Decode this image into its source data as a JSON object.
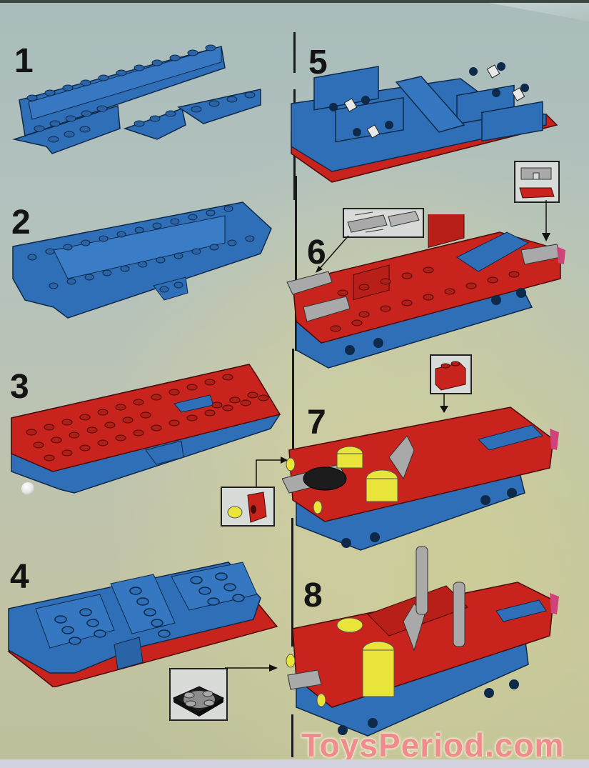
{
  "document": {
    "type": "building-instructions",
    "steps": [
      {
        "number": "1",
        "description": "blue base frame with three plate arms"
      },
      {
        "number": "2",
        "description": "blue long hull with raised edges"
      },
      {
        "number": "3",
        "description": "red plates added on top of blue hull"
      },
      {
        "number": "4",
        "description": "blue technic bricks on red base plate"
      },
      {
        "number": "5",
        "description": "blue technic bricks with axles on red plate"
      },
      {
        "number": "6",
        "description": "assembled hull with grey hinge plates"
      },
      {
        "number": "7",
        "description": "yellow round bricks, grey seat and black turntable added"
      },
      {
        "number": "8",
        "description": "grey exhaust stacks and black turntable plate added"
      }
    ],
    "callouts": {
      "step6_hinge": "grey hinge plate slide-on detail",
      "step6_clip": "grey clip onto red brick detail",
      "step7_brick": "red 1x2 brick",
      "step7_wheel": "yellow wheel onto red 1x1 brick",
      "step8_plate": "black 2x2 turntable plate"
    }
  },
  "watermark": "ToysPeriod.com",
  "colors": {
    "lego_blue": "#2f6fb8",
    "lego_red": "#c8231c",
    "lego_grey": "#a9a9a9",
    "lego_yellow": "#e9e43a",
    "lego_black": "#1c1c1c",
    "ink": "#141414",
    "watermark": "#f08b8e"
  }
}
